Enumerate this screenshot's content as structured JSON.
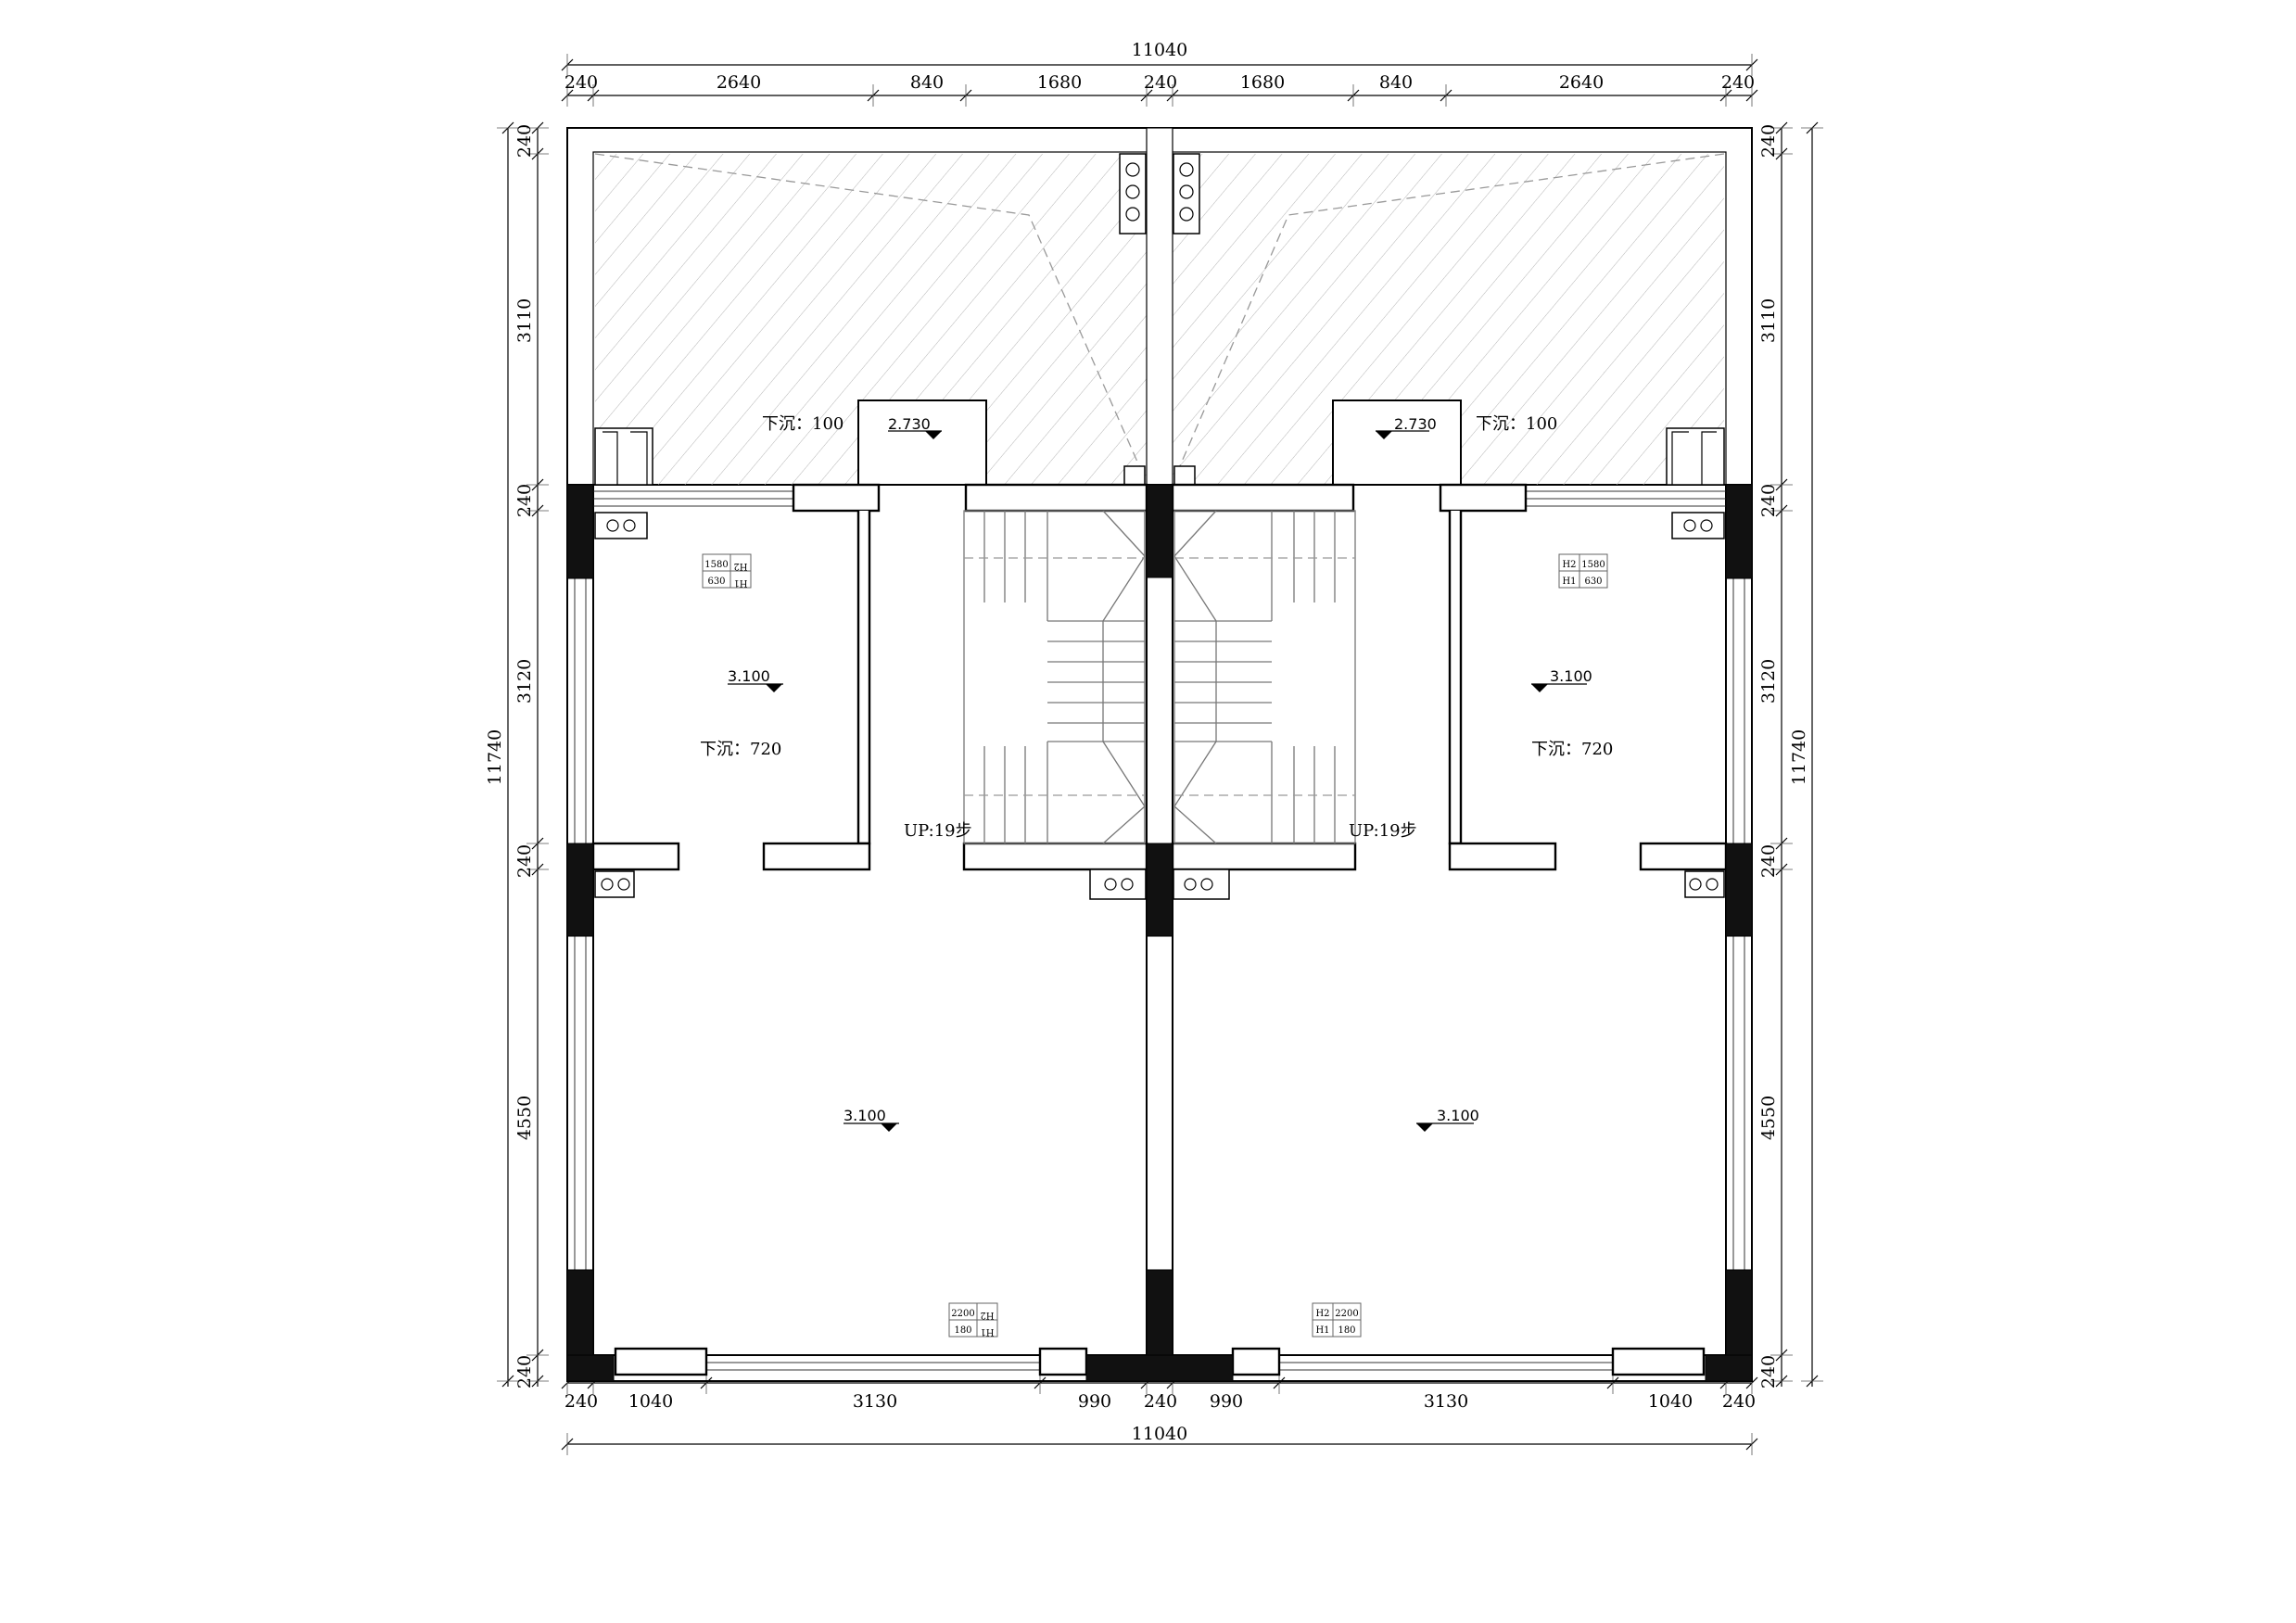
{
  "overall_width": "11040",
  "overall_height": "11740",
  "top_dims": [
    "240",
    "2640",
    "840",
    "1680",
    "240",
    "1680",
    "840",
    "2640",
    "240"
  ],
  "bottom_dims": [
    "240",
    "1040",
    "3130",
    "990",
    "240",
    "990",
    "3130",
    "1040",
    "240"
  ],
  "left_dims": [
    "240",
    "3110",
    "240",
    "3120",
    "240",
    "4550",
    "240"
  ],
  "right_dims": [
    "240",
    "3110",
    "240",
    "3120",
    "240",
    "4550",
    "240"
  ],
  "labels": {
    "balcony_sink_left": "下沉：100",
    "balcony_sink_right": "下沉：100",
    "balcony_level_left": "2.730",
    "balcony_level_right": "2.730",
    "room_level_left": "3.100",
    "room_level_right": "3.100",
    "room_sink_left": "下沉：720",
    "room_sink_right": "下沉：720",
    "hall_level_left": "3.100",
    "hall_level_right": "3.100",
    "stair_left": "UP:19步",
    "stair_right": "UP:19步"
  },
  "window_tags": {
    "upper_left": {
      "r1": "1580",
      "r1b": "H2",
      "r2": "630",
      "r2b": "H1"
    },
    "upper_right": {
      "r1a": "H2",
      "r1": "1580",
      "r2a": "H1",
      "r2": "630"
    },
    "lower_left": {
      "r1": "2200",
      "r1b": "H2",
      "r2": "180",
      "r2b": "H1"
    },
    "lower_right": {
      "r1a": "H2",
      "r1": "2200",
      "r2a": "H1",
      "r2": "180"
    }
  },
  "colors": {
    "line": "#000000",
    "column_fill": "#111111",
    "hatch": "#aaaaaa",
    "background": "#ffffff"
  }
}
